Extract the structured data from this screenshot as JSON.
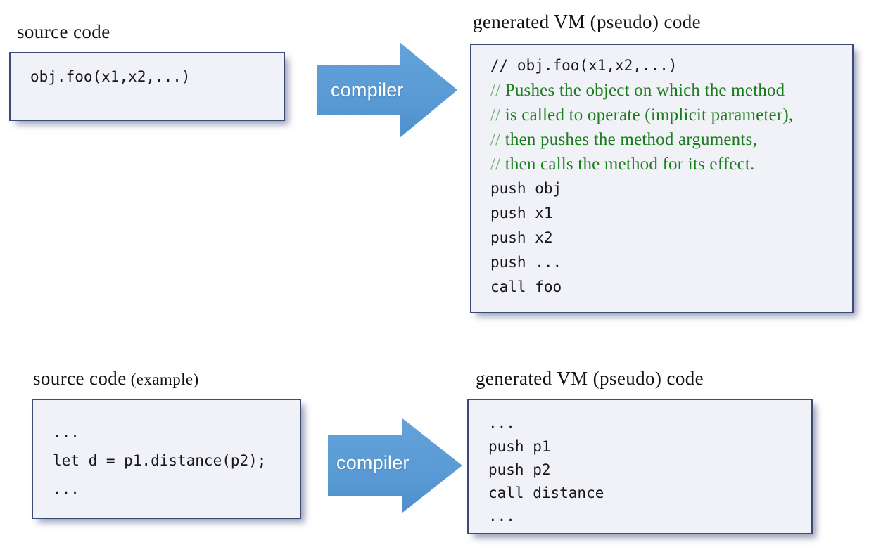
{
  "slide": {
    "background_color": "#FFFFFF",
    "box_fill_color": "#F1F1F8",
    "box_border_color": "#3C4A76",
    "arrow_color": "#5B9BD5",
    "comment_color": "#1C7D1C",
    "code_color": "#171717"
  },
  "top": {
    "source_caption": "source code",
    "source_caption_suffix": "",
    "vm_caption": "generated VM (pseudo) code",
    "arrow_label": "compiler",
    "arrow_name": "compiler-arrow",
    "source_lines": [
      {
        "text": "obj.foo(x1,x2,...)",
        "kind": "code"
      }
    ],
    "vm_lines": [
      {
        "text": "// obj.foo(x1,x2,...)",
        "kind": "code"
      },
      {
        "slashes": "//",
        "text": " Pushes the object on which the method",
        "kind": "comment"
      },
      {
        "slashes": "//",
        "text": " is called to operate (implicit parameter),",
        "kind": "comment"
      },
      {
        "slashes": "//",
        "text": " then pushes the method arguments,",
        "kind": "comment"
      },
      {
        "slashes": "//",
        "text": " then calls the method for its effect.",
        "kind": "comment"
      },
      {
        "text": "push obj",
        "kind": "code"
      },
      {
        "text": "push x1",
        "kind": "code"
      },
      {
        "text": "push x2",
        "kind": "code"
      },
      {
        "text": "push ...",
        "kind": "code"
      },
      {
        "text": "call foo",
        "kind": "code"
      }
    ]
  },
  "bottom": {
    "source_caption": "source code",
    "source_caption_suffix": " (example)",
    "vm_caption": "generated VM (pseudo) code",
    "arrow_label": "compiler",
    "arrow_name": "compiler-arrow",
    "source_lines": [
      {
        "text": "...",
        "kind": "code"
      },
      {
        "text": "let d = p1.distance(p2);",
        "kind": "code"
      },
      {
        "text": "...",
        "kind": "code"
      }
    ],
    "vm_lines": [
      {
        "text": "...",
        "kind": "code"
      },
      {
        "text": "push p1",
        "kind": "code"
      },
      {
        "text": "push p2",
        "kind": "code"
      },
      {
        "text": "call distance",
        "kind": "code"
      },
      {
        "text": "...",
        "kind": "code"
      }
    ]
  }
}
